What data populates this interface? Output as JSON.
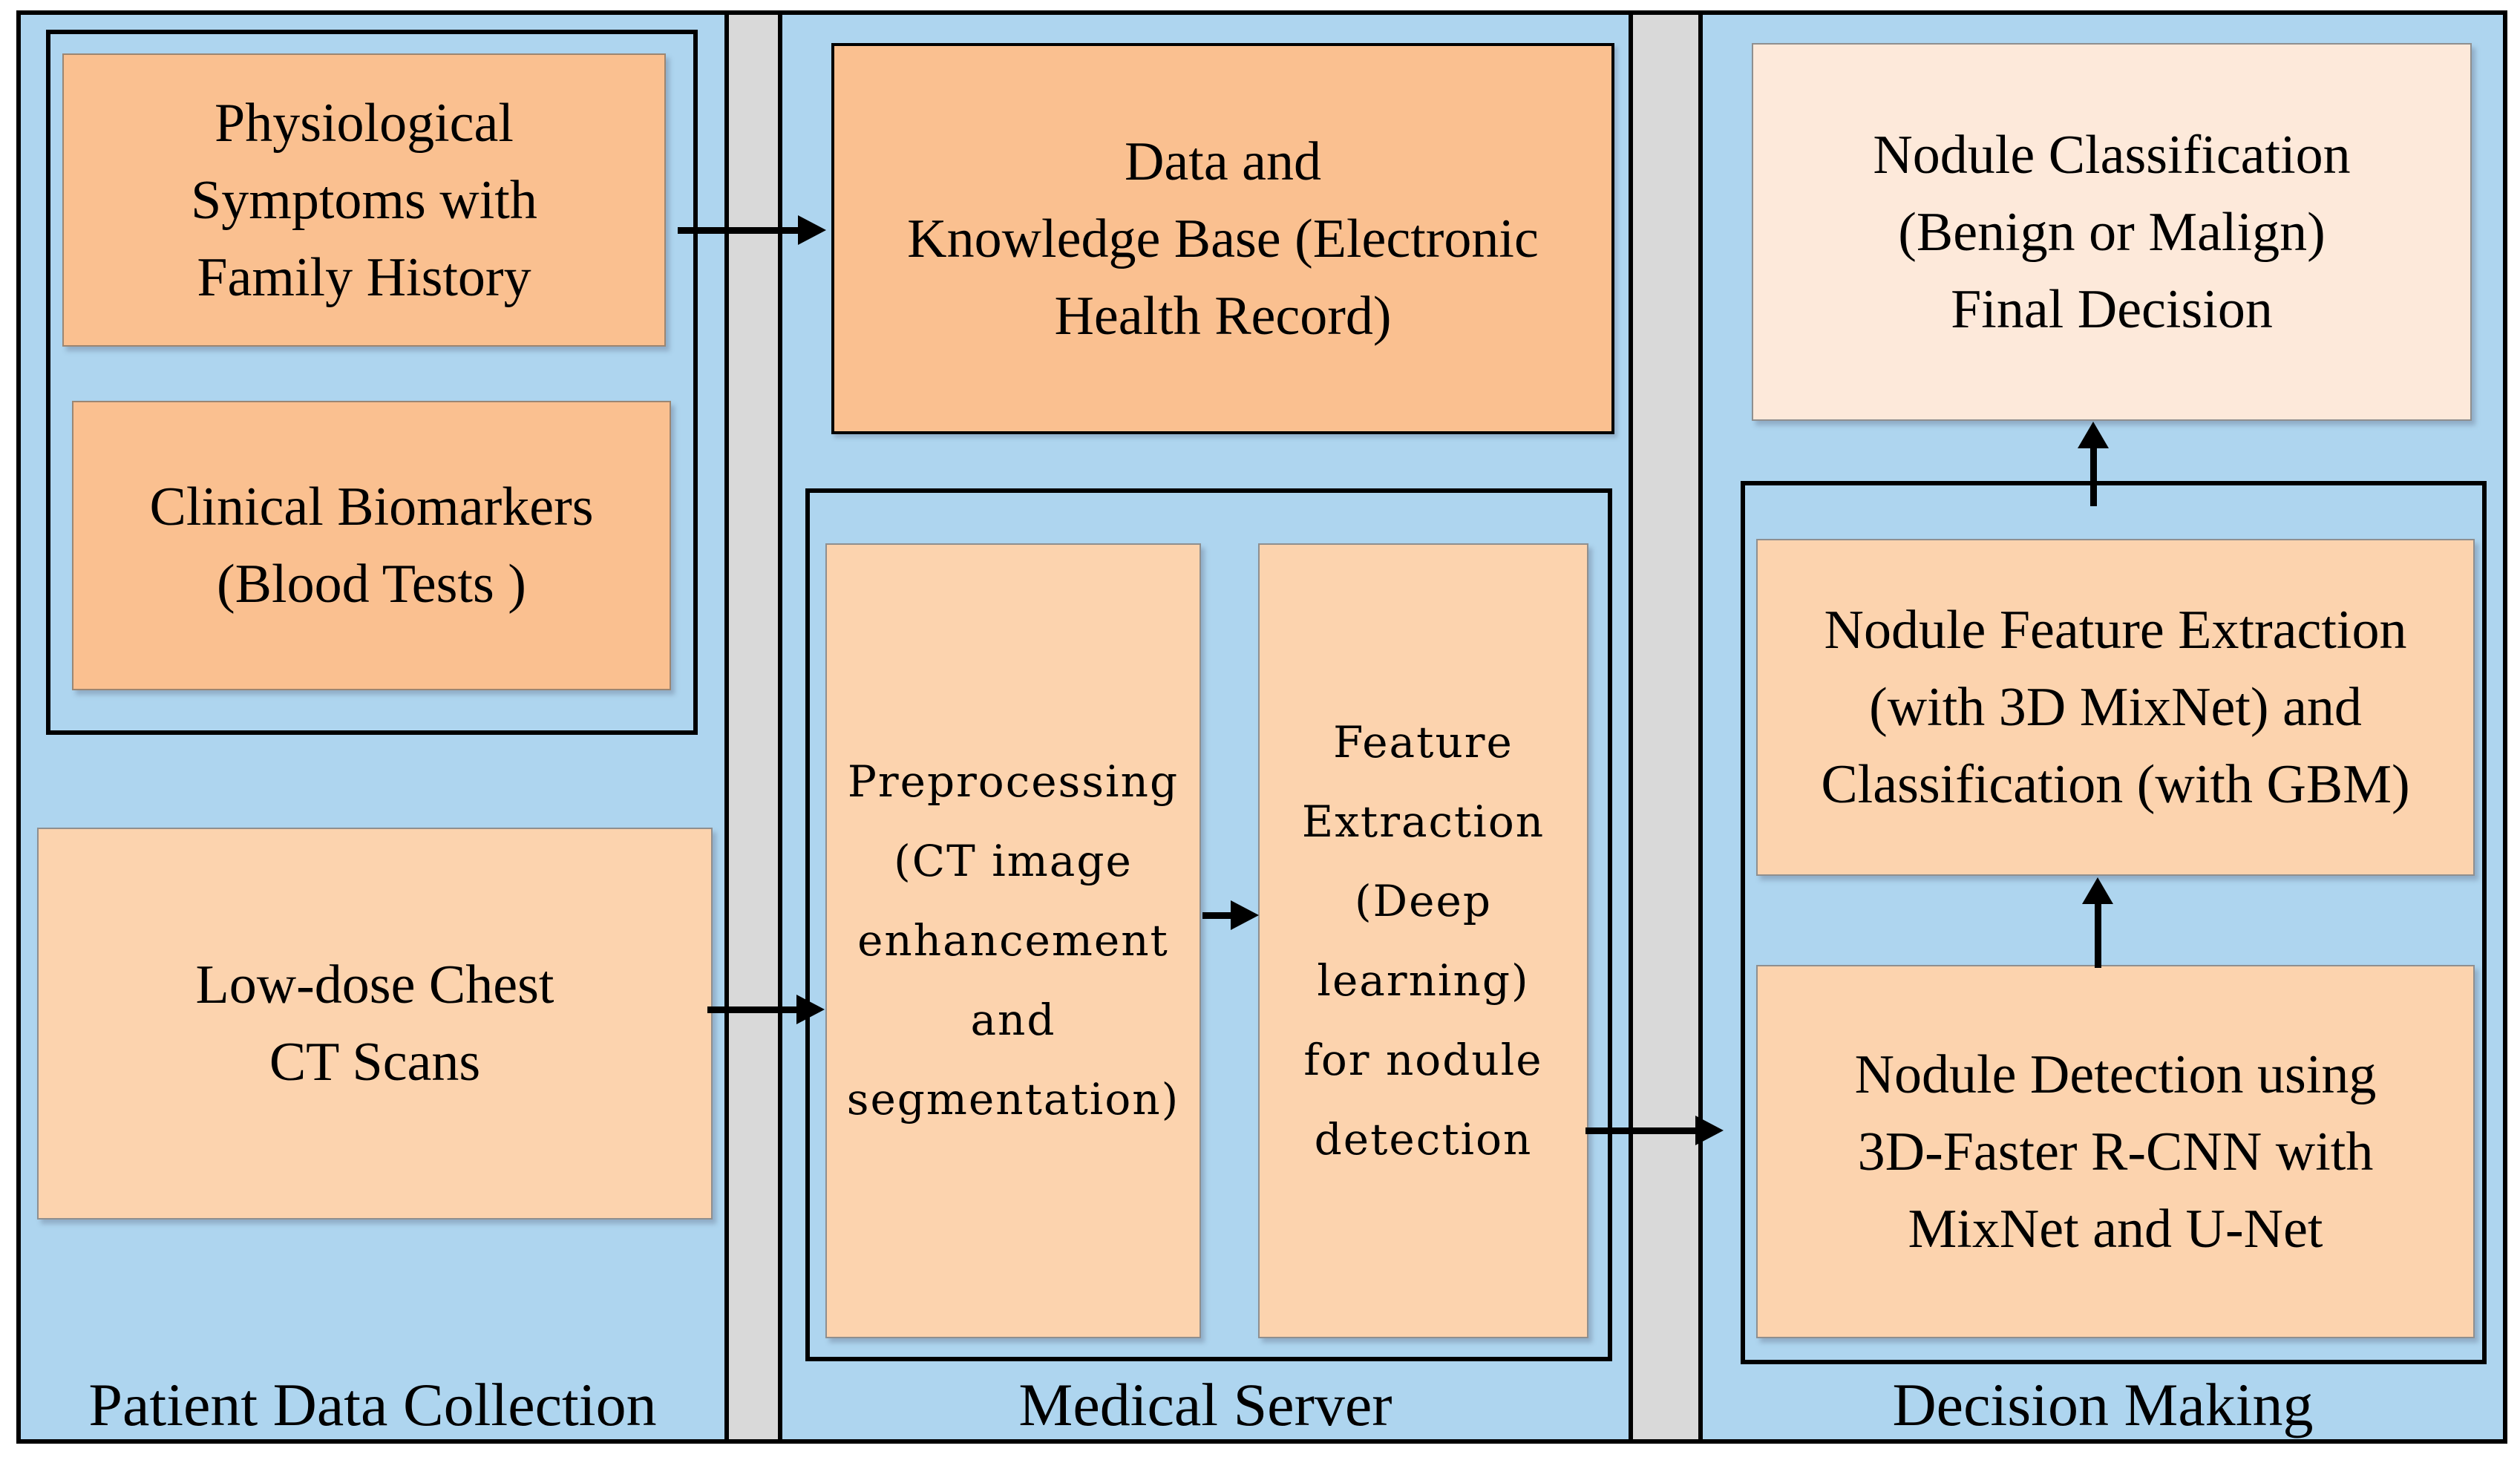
{
  "title": "Lung nodule CAD system architecture",
  "colors": {
    "panel_blue": "#AED5EF",
    "gap_gray": "#D9D9D9",
    "box_orange_dark": "#FAC090",
    "box_orange_light": "#FCD3AE",
    "box_peach_pale": "#FDE9DA",
    "arrow_black": "#000000"
  },
  "panels": {
    "patient": {
      "label": "Patient Data Collection",
      "physiological": "Physiological\nSymptoms with\nFamily History",
      "clinical": "Clinical Biomarkers\n(Blood Tests )",
      "low_dose": "Low-dose Chest\nCT Scans"
    },
    "server": {
      "label": "Medical Server",
      "data_knowledge": "Data and\nKnowledge Base (Electronic\nHealth Record)",
      "preprocessing": "Preprocessing\n(CT image\nenhancement\nand\nsegmentation)",
      "feature_extraction": "Feature\nExtraction\n(Deep\nlearning)\nfor nodule\ndetection"
    },
    "decision": {
      "label": "Decision Making",
      "classification": "Nodule Classification\n(Benign or Malign)\nFinal Decision",
      "nodule_feature_extraction": "Nodule Feature Extraction\n(with 3D MixNet) and\nClassification (with GBM)",
      "nodule_detection": "Nodule Detection using\n3D-Faster R-CNN with\nMixNet and U-Net"
    }
  },
  "flows": [
    {
      "from": "patient-history-and-biomarkers",
      "to": "data-knowledge-base"
    },
    {
      "from": "low-dose-ct-scans",
      "to": "preprocessing"
    },
    {
      "from": "preprocessing",
      "to": "feature-extraction"
    },
    {
      "from": "feature-extraction",
      "to": "nodule-detection"
    },
    {
      "from": "nodule-detection",
      "to": "nodule-feature-extraction"
    },
    {
      "from": "nodule-feature-extraction",
      "to": "nodule-classification"
    }
  ]
}
